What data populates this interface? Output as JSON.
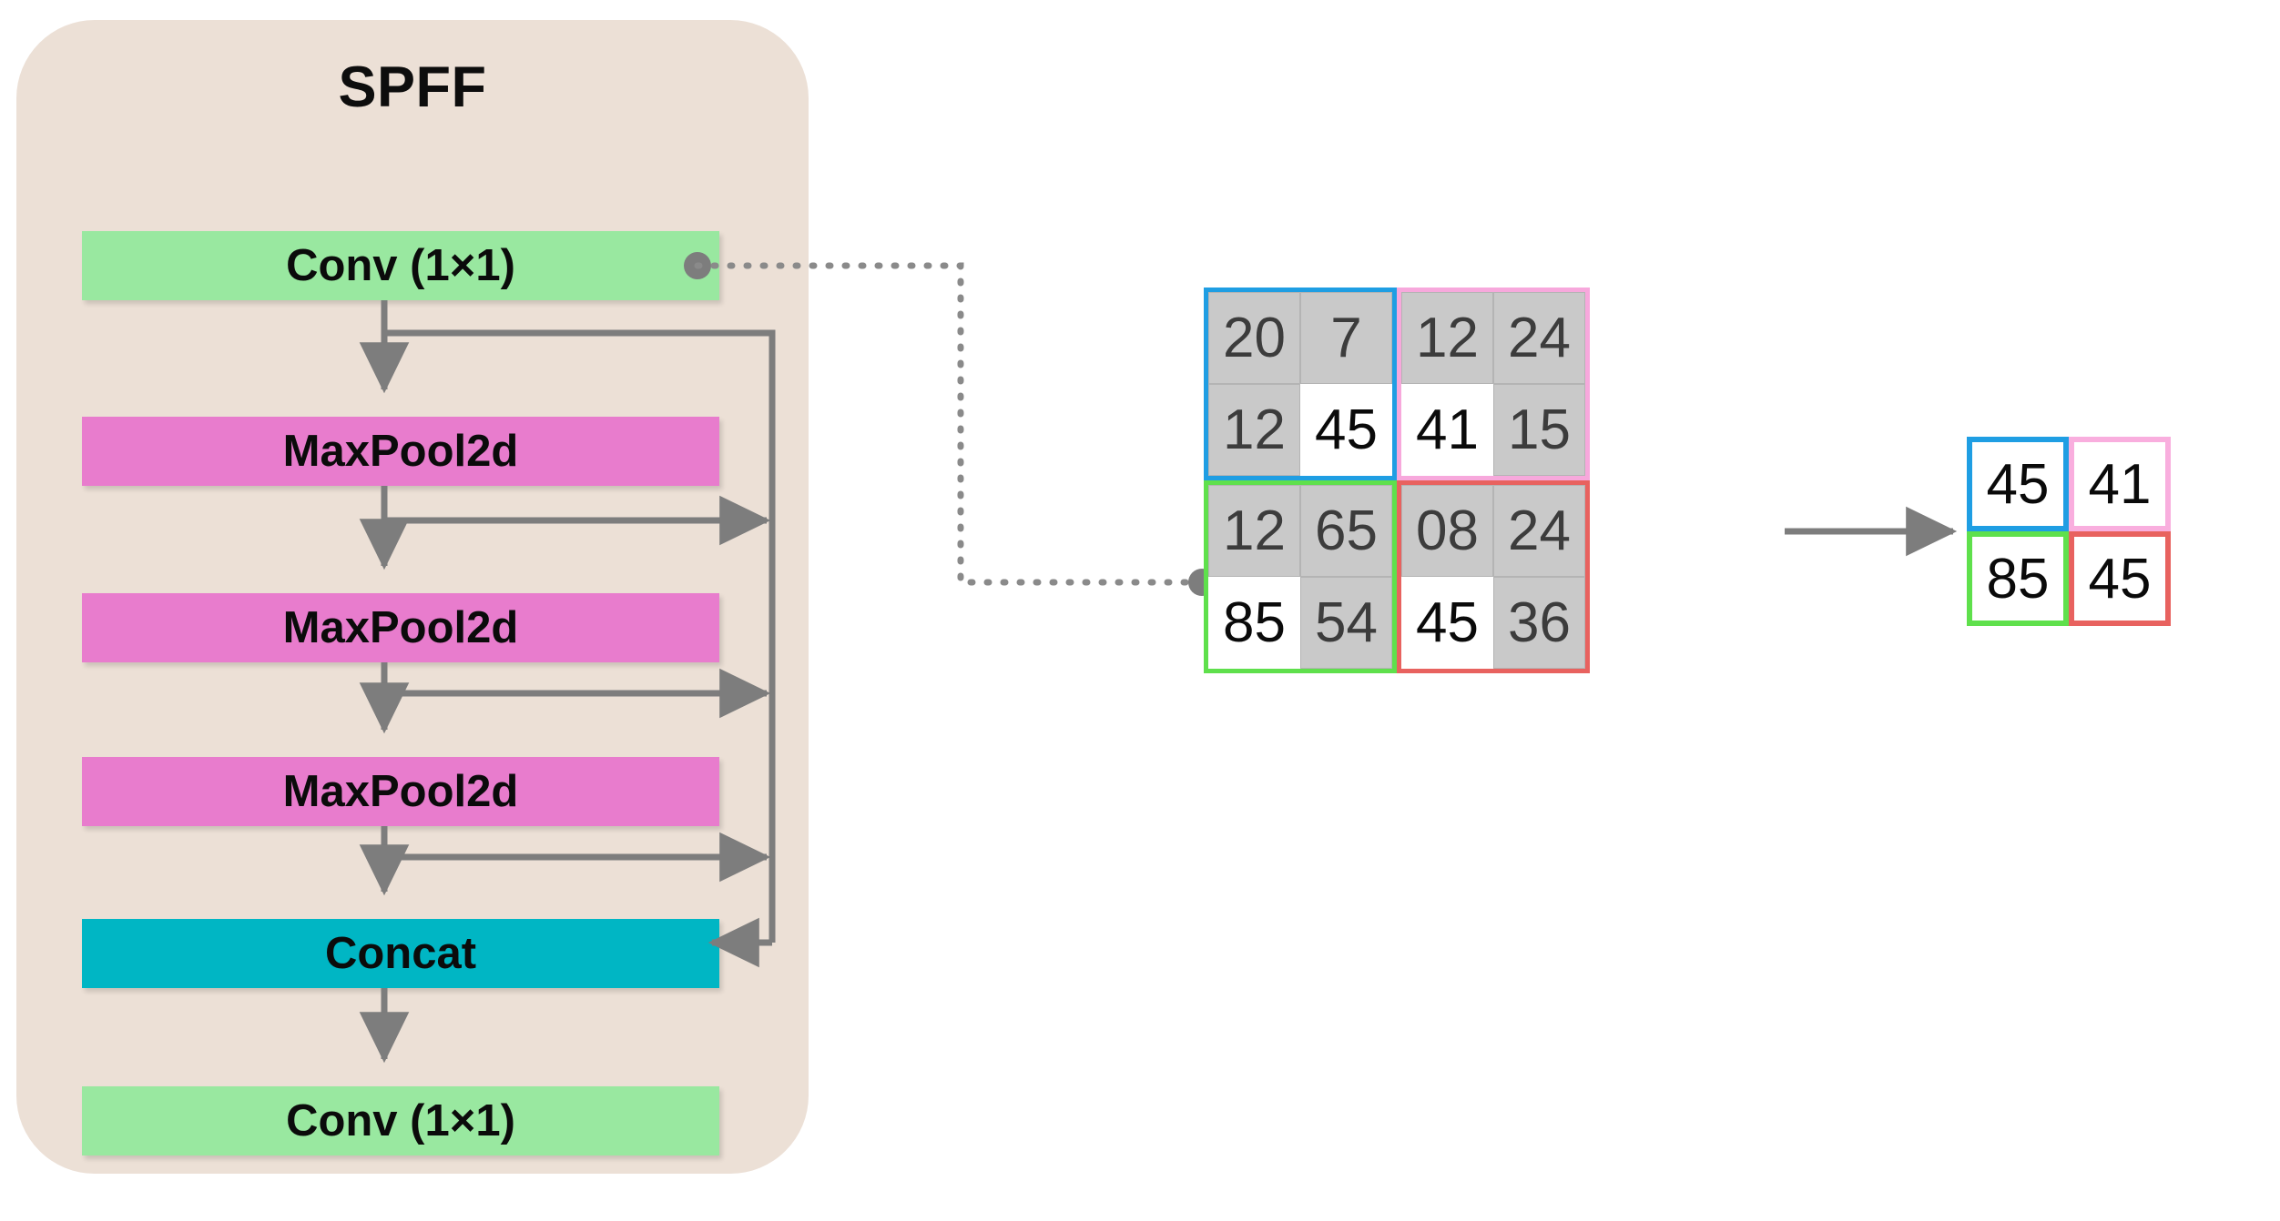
{
  "spff": {
    "title": "SPFF",
    "blocks": [
      {
        "id": "conv-top",
        "label": "Conv (1×1)",
        "kind": "conv"
      },
      {
        "id": "pool-1",
        "label": "MaxPool2d",
        "kind": "pool"
      },
      {
        "id": "pool-2",
        "label": "MaxPool2d",
        "kind": "pool"
      },
      {
        "id": "pool-3",
        "label": "MaxPool2d",
        "kind": "pool"
      },
      {
        "id": "concat",
        "label": "Concat",
        "kind": "concat"
      },
      {
        "id": "conv-bot",
        "label": "Conv (1×1)",
        "kind": "conv"
      }
    ],
    "panel_color": "#ece0d6",
    "conv_color": "#99e8a0",
    "pool_color": "#e87ccd",
    "concat_color": "#00b6c4"
  },
  "colors": {
    "quad_blue": "#1f9ee3",
    "quad_pink": "#f7a8dc",
    "quad_green": "#5fe04c",
    "quad_red": "#e8625f",
    "cell_gray": "#c9c9c9",
    "cell_white": "#ffffff",
    "wire_gray": "#7d7d7d"
  },
  "input_matrix": {
    "rows": 4,
    "cols": 4,
    "values": [
      [
        "20",
        "7",
        "12",
        "24"
      ],
      [
        "12",
        "45",
        "41",
        "15"
      ],
      [
        "12",
        "65",
        "08",
        "24"
      ],
      [
        "85",
        "54",
        "45",
        "36"
      ]
    ],
    "max_cells": [
      [
        1,
        1
      ],
      [
        1,
        2
      ],
      [
        3,
        0
      ],
      [
        3,
        2
      ]
    ],
    "quadrants": [
      {
        "name": "top-left",
        "color": "blue",
        "cells": [
          [
            "20",
            "7"
          ],
          [
            "12",
            "45"
          ]
        ],
        "max": "45"
      },
      {
        "name": "top-right",
        "color": "pink",
        "cells": [
          [
            "12",
            "24"
          ],
          [
            "41",
            "15"
          ]
        ],
        "max": "41"
      },
      {
        "name": "bottom-left",
        "color": "green",
        "cells": [
          [
            "12",
            "65"
          ],
          [
            "85",
            "54"
          ]
        ],
        "max": "85"
      },
      {
        "name": "bottom-right",
        "color": "red",
        "cells": [
          [
            "08",
            "24"
          ],
          [
            "45",
            "36"
          ]
        ],
        "max": "45"
      }
    ]
  },
  "output_matrix": {
    "rows": 2,
    "cols": 2,
    "values": [
      [
        "45",
        "41"
      ],
      [
        "85",
        "45"
      ]
    ],
    "cell_colors": [
      [
        "blue",
        "pink"
      ],
      [
        "green",
        "red"
      ]
    ]
  }
}
